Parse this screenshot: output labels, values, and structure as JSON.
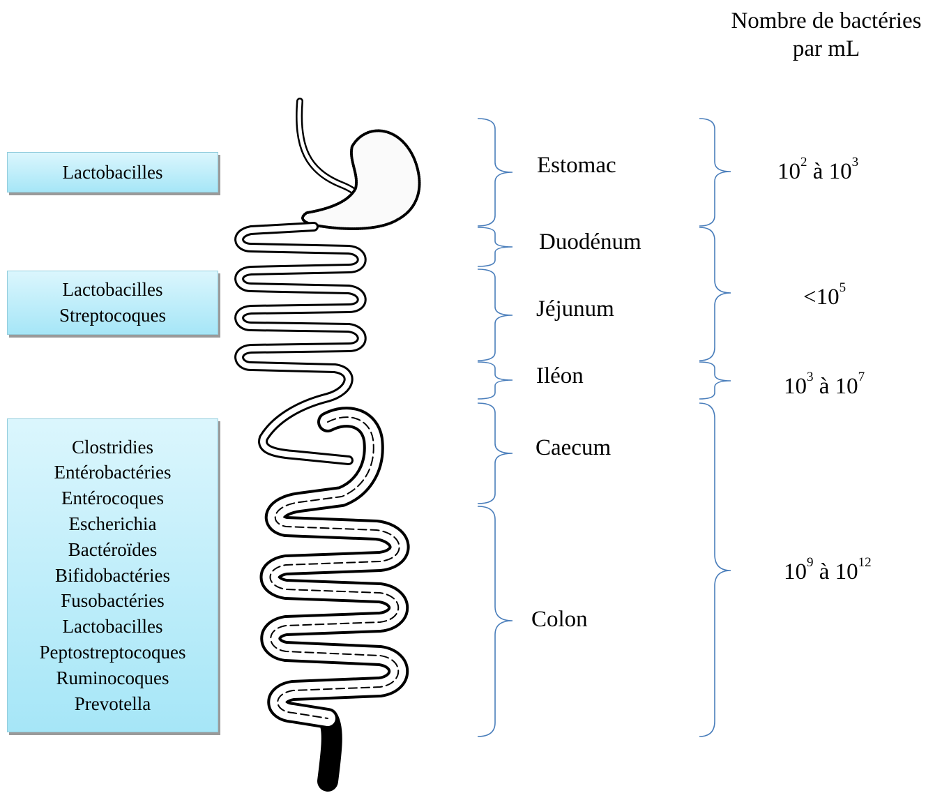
{
  "header": {
    "line1": "Nombre de bactéries",
    "line2": "par mL"
  },
  "bacteria_boxes": [
    {
      "items": [
        "Lactobacilles"
      ]
    },
    {
      "items": [
        "Lactobacilles",
        "Streptocoques"
      ]
    },
    {
      "items": [
        "Clostridies",
        "Entérobactéries",
        "Entérocoques",
        "Escherichia",
        "Bactéroïdes",
        "Bifidobactéries",
        "Fusobactéries",
        "Lactobacilles",
        "Peptostreptocoques",
        "Ruminocoques",
        "Prevotella"
      ]
    }
  ],
  "segments": [
    "Estomac",
    "Duodénum",
    "Jéjunum",
    "Iléon",
    "Caecum",
    "Colon"
  ],
  "counts": [
    {
      "base1": "10",
      "exp1": "2",
      "sep": " à ",
      "base2": "10",
      "exp2": "3"
    },
    {
      "base1": "<10",
      "exp1": "5",
      "sep": "",
      "base2": "",
      "exp2": ""
    },
    {
      "base1": "10",
      "exp1": "3",
      "sep": " à ",
      "base2": "10",
      "exp2": "7"
    },
    {
      "base1": "10",
      "exp1": "9",
      "sep": " à ",
      "base2": "10",
      "exp2": "12"
    }
  ],
  "colors": {
    "box_fill_top": "#dbf6fd",
    "box_fill_bottom": "#a6e6f7",
    "bracket": "#4a7ebb",
    "outline": "#000000"
  }
}
